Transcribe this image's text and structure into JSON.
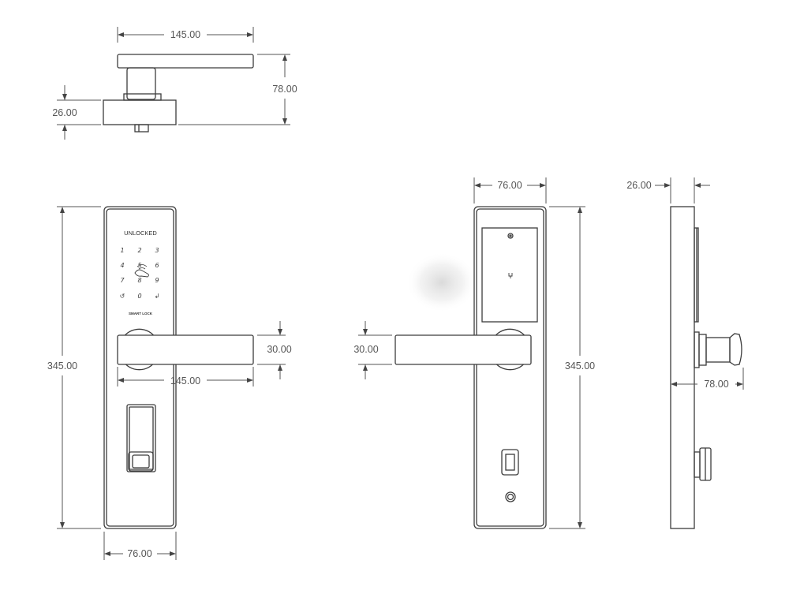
{
  "dimensions": {
    "top_handle_width": "145.00",
    "top_depth": "78.00",
    "top_base": "26.00",
    "front_height": "345.00",
    "front_handle_height": "30.00",
    "front_handle_length": "145.00",
    "front_width": "76.00",
    "back_width": "76.00",
    "back_handle_height": "30.00",
    "back_height": "345.00",
    "side_thickness": "26.00",
    "side_depth": "78.00"
  },
  "panel": {
    "status": "UNLOCKED",
    "brand": "SMART LOCK",
    "keys": [
      "1",
      "2",
      "3",
      "4",
      "5",
      "6",
      "7",
      "8",
      "9",
      "↺",
      "0",
      "↲"
    ]
  }
}
